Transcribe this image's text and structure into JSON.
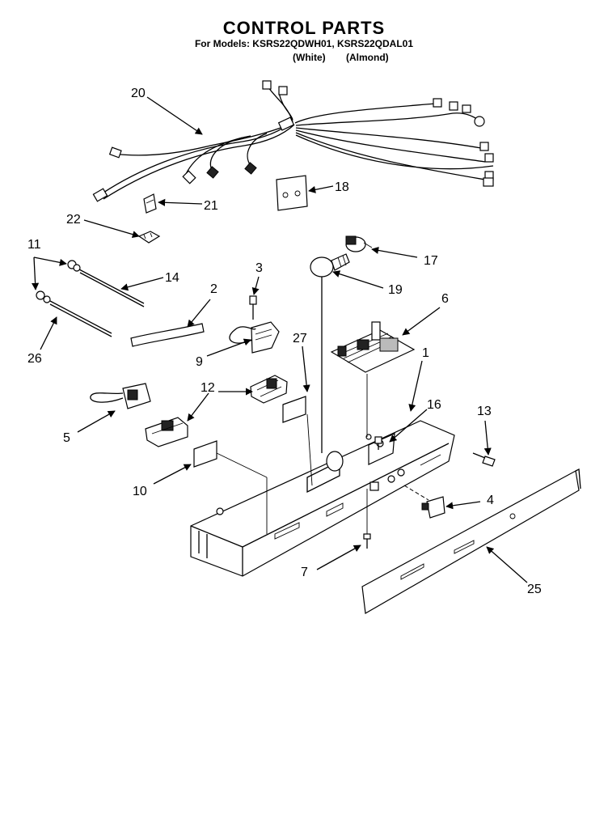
{
  "header": {
    "title": "CONTROL PARTS",
    "subtitle": "For Models: KSRS22QDWH01, KSRS22QDAL01",
    "variant_white": "(White)",
    "variant_almond": "(Almond)"
  },
  "callouts": [
    {
      "id": "c20",
      "label": "20"
    },
    {
      "id": "c18",
      "label": "18"
    },
    {
      "id": "c21",
      "label": "21"
    },
    {
      "id": "c22",
      "label": "22"
    },
    {
      "id": "c11",
      "label": "11"
    },
    {
      "id": "c14",
      "label": "14"
    },
    {
      "id": "c3",
      "label": "3"
    },
    {
      "id": "c17",
      "label": "17"
    },
    {
      "id": "c19",
      "label": "19"
    },
    {
      "id": "c2",
      "label": "2"
    },
    {
      "id": "c26",
      "label": "26"
    },
    {
      "id": "c6",
      "label": "6"
    },
    {
      "id": "c9",
      "label": "9"
    },
    {
      "id": "c27",
      "label": "27"
    },
    {
      "id": "c1",
      "label": "1"
    },
    {
      "id": "c12",
      "label": "12"
    },
    {
      "id": "c16",
      "label": "16"
    },
    {
      "id": "c13",
      "label": "13"
    },
    {
      "id": "c5",
      "label": "5"
    },
    {
      "id": "c10",
      "label": "10"
    },
    {
      "id": "c4",
      "label": "4"
    },
    {
      "id": "c7",
      "label": "7"
    },
    {
      "id": "c25",
      "label": "25"
    }
  ]
}
